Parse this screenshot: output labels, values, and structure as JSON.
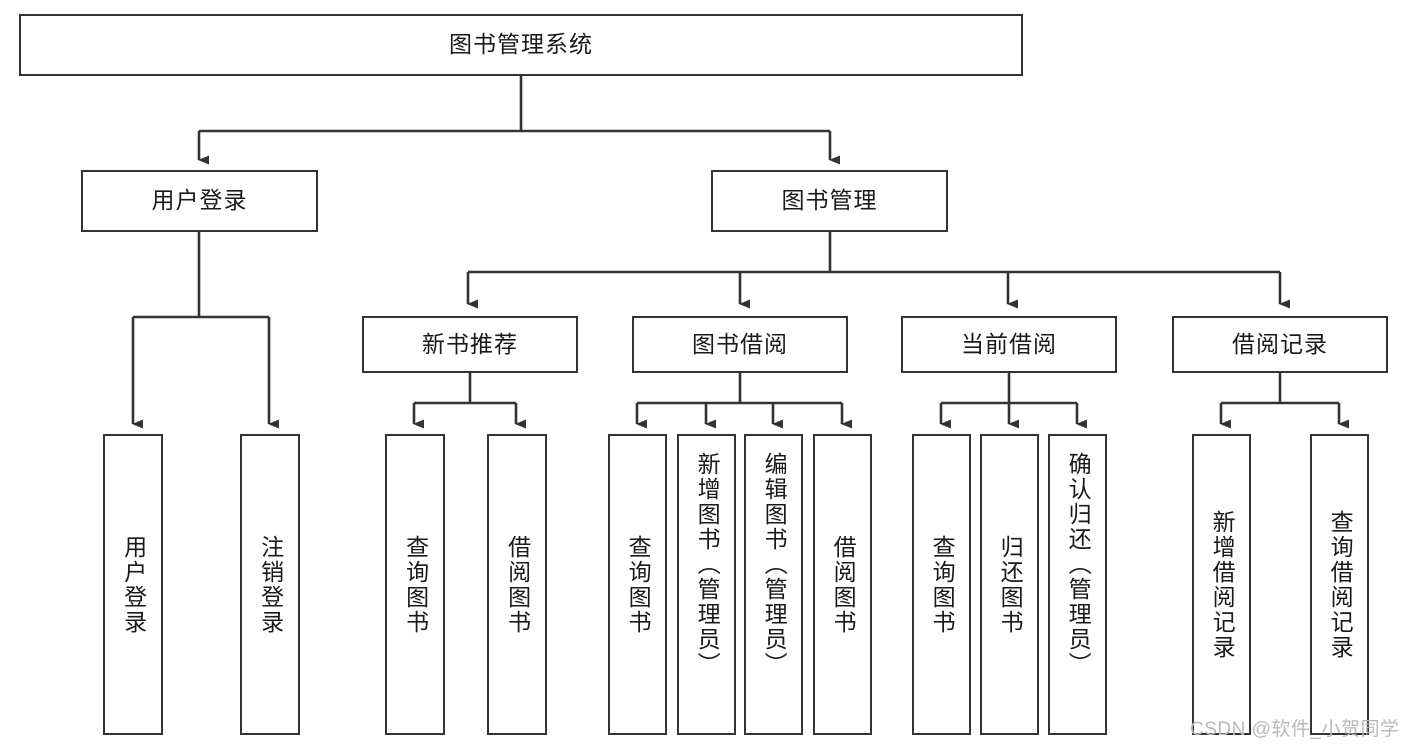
{
  "diagram": {
    "title": "图书管理系统",
    "type": "hierarchy-tree",
    "root": {
      "label": "图书管理系统"
    },
    "level2": [
      {
        "label": "用户登录"
      },
      {
        "label": "图书管理"
      }
    ],
    "level3": [
      {
        "label": "新书推荐"
      },
      {
        "label": "图书借阅"
      },
      {
        "label": "当前借阅"
      },
      {
        "label": "借阅记录"
      }
    ],
    "leaves": {
      "user_login": [
        {
          "label": "用户登录"
        },
        {
          "label": "注销登录"
        }
      ],
      "new_book_recommend": [
        {
          "label": "查询图书"
        },
        {
          "label": "借阅图书"
        }
      ],
      "book_borrow": [
        {
          "label": "查询图书"
        },
        {
          "label": "新增图书（管理员）"
        },
        {
          "label": "编辑图书（管理员）"
        },
        {
          "label": "借阅图书"
        }
      ],
      "current_borrow": [
        {
          "label": "查询图书"
        },
        {
          "label": "归还图书"
        },
        {
          "label": "确认归还（管理员）"
        }
      ],
      "borrow_record": [
        {
          "label": "新增借阅记录"
        },
        {
          "label": "查询借阅记录"
        }
      ]
    }
  },
  "watermark": {
    "text": "CSDN @软件_小贺同学"
  },
  "colors": {
    "border": "#333333",
    "background": "#ffffff",
    "text": "#1a1a1a",
    "edge": "#333333",
    "watermark": "#b9b9b9"
  }
}
